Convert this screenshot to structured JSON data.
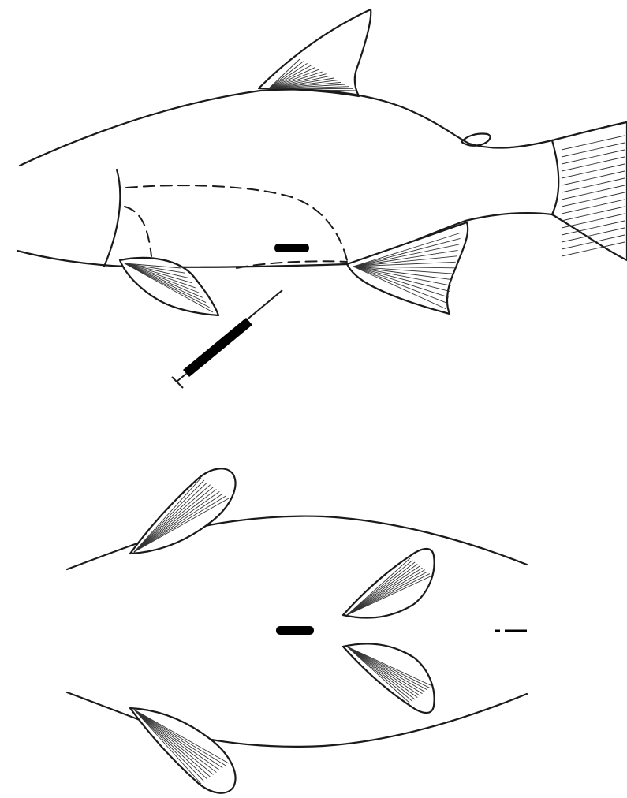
{
  "figure": {
    "views": [
      {
        "view": "lateral",
        "parts": [
          "body-outline",
          "dorsal-fin",
          "adipose-fin",
          "caudal-fin",
          "pectoral-fin",
          "pelvic-fin",
          "body-cavity-outline",
          "incision-mark",
          "syringe"
        ]
      },
      {
        "view": "ventral",
        "parts": [
          "body-outline",
          "pectoral-fin-left",
          "pectoral-fin-right",
          "pelvic-fin-left",
          "pelvic-fin-right",
          "incision-mark",
          "vent-mark"
        ]
      }
    ],
    "colors": {
      "line": "#1a1a1a",
      "fill": "#ffffff",
      "mark": "#000000"
    }
  }
}
